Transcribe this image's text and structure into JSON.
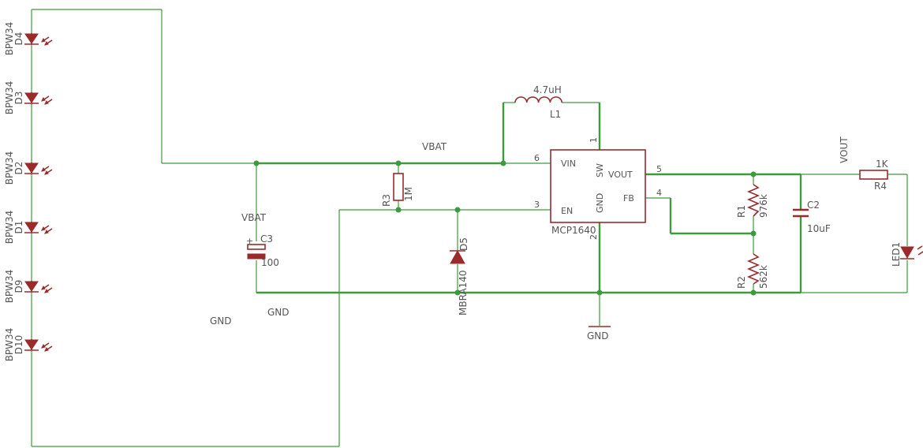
{
  "nets": {
    "vbat_top": "VBAT",
    "vbat_left": "VBAT",
    "vout": "VOUT",
    "gnd_a": "GND",
    "gnd_b": "GND",
    "gnd_symbol": "GND"
  },
  "photodiodes": [
    {
      "ref": "D4",
      "part": "BPW34"
    },
    {
      "ref": "D3",
      "part": "BPW34"
    },
    {
      "ref": "D2",
      "part": "BPW34"
    },
    {
      "ref": "D1",
      "part": "BPW34"
    },
    {
      "ref": "D9",
      "part": "BPW34"
    },
    {
      "ref": "D10",
      "part": "BPW34"
    }
  ],
  "inductor": {
    "ref": "L1",
    "value": "4.7uH"
  },
  "ic": {
    "ref": "MCP1640",
    "pins": {
      "vin": "VIN",
      "sw": "SW",
      "vout": "VOUT",
      "en": "EN",
      "gnd": "GND",
      "fb": "FB",
      "n_vin": "6",
      "n_sw": "1",
      "n_vout": "5",
      "n_en": "3",
      "n_gnd": "2",
      "n_fb": "4"
    }
  },
  "r3": {
    "ref": "R3",
    "value": "1M"
  },
  "r1": {
    "ref": "R1",
    "value": "976k"
  },
  "r2": {
    "ref": "R2",
    "value": "562k"
  },
  "r4": {
    "ref": "R4",
    "value": "1K"
  },
  "c3": {
    "ref": "C3",
    "value": "100",
    "plus": "+"
  },
  "c2": {
    "ref": "C2",
    "value": "10uF"
  },
  "d5": {
    "ref": "D5",
    "part": "MBRA140"
  },
  "led1": {
    "ref": "LED1"
  },
  "colors": {
    "wire": "#3d9a3d",
    "symbol": "#9b2b2b",
    "text": "#555555"
  }
}
